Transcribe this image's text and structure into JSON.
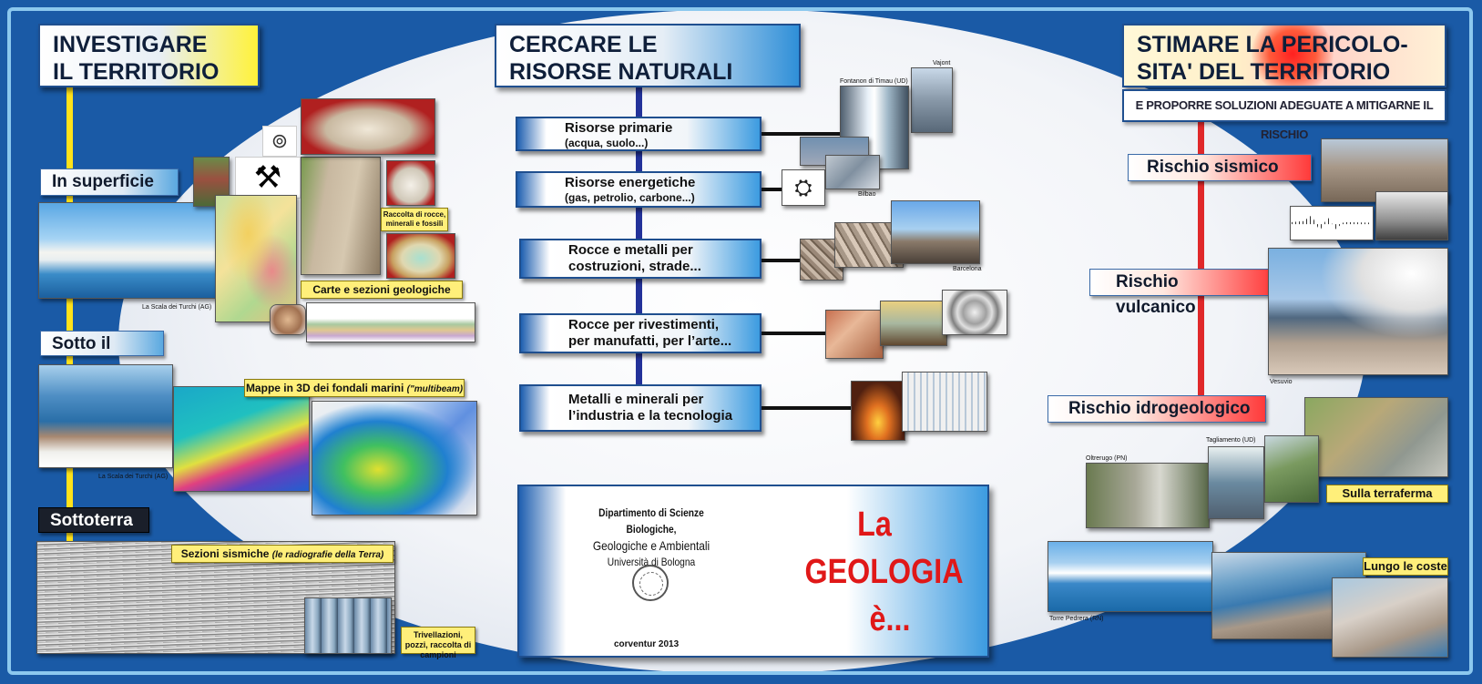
{
  "left": {
    "title_line1": "INVESTIGARE",
    "title_line2": "IL TERRITORIO",
    "sections": {
      "surface": "In superficie",
      "sea": "Sotto il mare",
      "underground": "Sottoterra"
    },
    "captions": {
      "scala_turchi": "La Scala dei Turchi (AG)",
      "scala_turchi_2": "La Scala dei Turchi (AG)",
      "rock_collection": "Raccolta di rocce, minerali e fossili",
      "geo_maps": "Carte e sezioni geologiche",
      "maps_3d": "Mappe in 3D dei fondali marini",
      "maps_3d_note": "(\"multibeam)",
      "seismic": "Sezioni sismiche",
      "seismic_note": "(le radiografie della Terra)",
      "drilling": "Trivellazioni, pozzi, raccolta di campioni"
    }
  },
  "middle": {
    "title_line1": "CERCARE LE",
    "title_line2": "RISORSE NATURALI",
    "resources": [
      {
        "main": "Risorse primarie",
        "sub": "(acqua, suolo...)"
      },
      {
        "main": "Risorse energetiche",
        "sub": "(gas, petrolio, carbone...)"
      },
      {
        "main": "Rocce e metalli per",
        "sub": "costruzioni, strade..."
      },
      {
        "main": "Rocce per rivestimenti,",
        "sub": "per manufatti, per l’arte..."
      },
      {
        "main": "Metalli e minerali per",
        "sub": "l’industria e la tecnologia"
      }
    ],
    "photo_captions": {
      "vajont": "Vajont",
      "fontanon": "Fontanon di Timau (UD)",
      "bilbao": "Bilbao",
      "barcelona": "Barcelona"
    },
    "dept": {
      "line1": "Dipartimento di Scienze Biologiche,",
      "line2": "Geologiche e Ambientali",
      "line3": "Università di Bologna",
      "credit": "corventur 2013"
    },
    "geology": {
      "w1": "La",
      "w2": "GEOLOGIA",
      "w3": "è..."
    }
  },
  "right": {
    "title_line1": "STIMARE LA PERICOLO-",
    "title_line2": "SITA'  DEL  TERRITORIO",
    "subtitle": "E PROPORRE SOLUZIONI ADEGUATE A MITIGARNE IL RISCHIO",
    "risks": {
      "seismic": "Rischio sismico",
      "volcanic": "Rischio vulcanico",
      "hydro": "Rischio idrogeologico"
    },
    "captions": {
      "vesuvio": "Vesuvio",
      "oltrerugo": "Oltrerugo (PN)",
      "tagliamento": "Tagliamento (UD)",
      "terraferma": "Sulla terraferma",
      "coste": "Lungo le coste",
      "torre_pedrera": "Torre Pedrera (RN)"
    }
  },
  "colors": {
    "background_blue": "#1a5aa6",
    "left_axis": "#ffe21a",
    "middle_axis": "#23329a",
    "right_axis": "#e0282a",
    "accent_red": "#e01818"
  }
}
